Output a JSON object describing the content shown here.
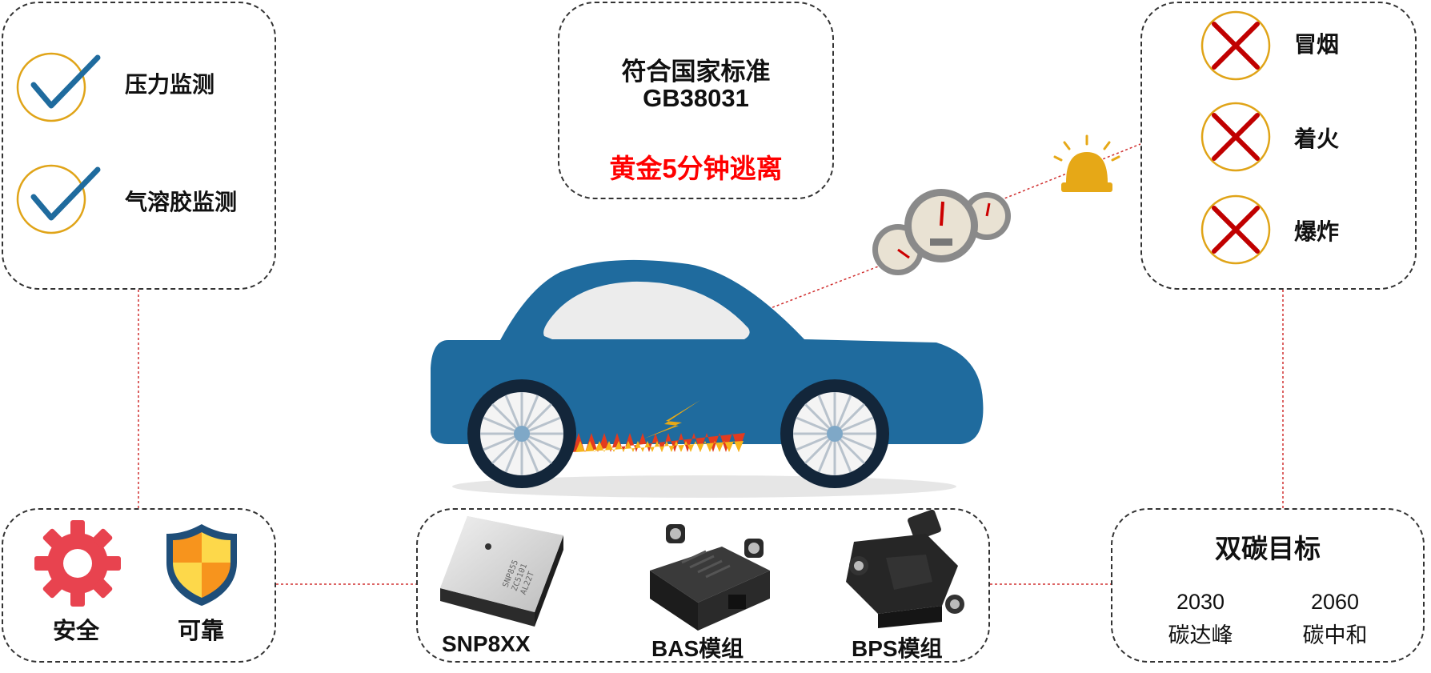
{
  "monitoring": {
    "items": [
      {
        "label": "压力监测"
      },
      {
        "label": "气溶胶监测"
      }
    ]
  },
  "standard": {
    "line1": "符合国家标准",
    "line2": "GB38031",
    "highlight": "黄金5分钟逃离",
    "highlight_color": "#ff0000"
  },
  "hazards": {
    "items": [
      {
        "label": "冒烟"
      },
      {
        "label": "着火"
      },
      {
        "label": "爆炸"
      }
    ]
  },
  "benefits": {
    "items": [
      {
        "label": "安全"
      },
      {
        "label": "可靠"
      }
    ]
  },
  "products": {
    "items": [
      {
        "label": "SNP8XX"
      },
      {
        "label": "BAS模组"
      },
      {
        "label": "BPS模组"
      }
    ],
    "chip_text": [
      "SNP855",
      "ZC5101",
      "AL22T"
    ]
  },
  "carbon": {
    "title": "双碳目标",
    "goals": [
      {
        "year": "2030",
        "label": "碳达峰"
      },
      {
        "year": "2060",
        "label": "碳中和"
      }
    ]
  },
  "colors": {
    "car": "#1f6b9e",
    "check": "#1f6b9e",
    "ring": "#e0a418",
    "cross": "#c00000",
    "connector": "#d03030",
    "alarm": "#e6a817"
  }
}
